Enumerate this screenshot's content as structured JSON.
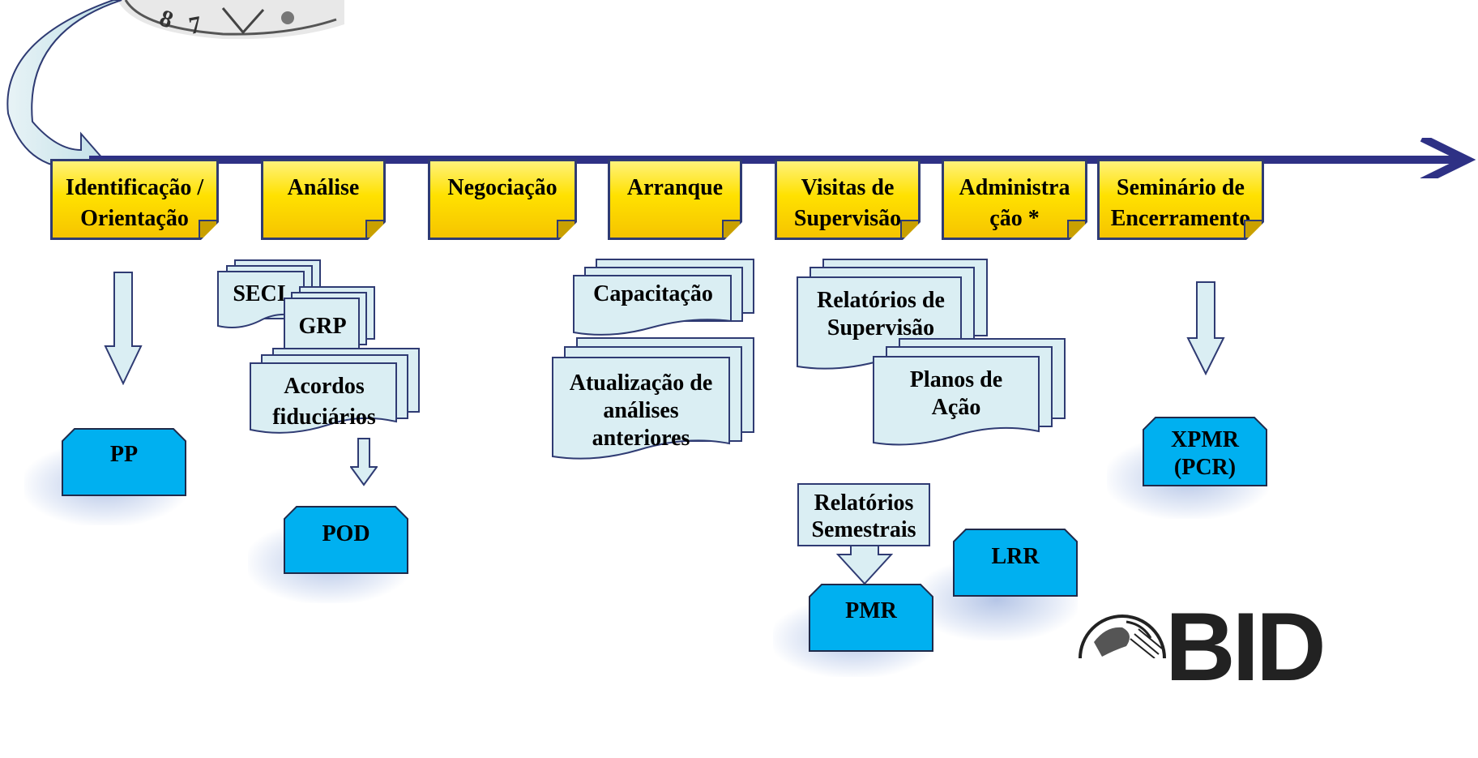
{
  "stages": [
    {
      "id": "identificacao",
      "lines": [
        "Identificação /",
        "Orientação"
      ]
    },
    {
      "id": "analise",
      "lines": [
        "Análise"
      ]
    },
    {
      "id": "negociacao",
      "lines": [
        "Negociação"
      ]
    },
    {
      "id": "arranque",
      "lines": [
        "Arranque"
      ]
    },
    {
      "id": "visitas",
      "lines": [
        "Visitas de",
        "Supervisão"
      ]
    },
    {
      "id": "administracao",
      "lines": [
        "Administra",
        "ção *"
      ]
    },
    {
      "id": "seminario",
      "lines": [
        "Seminário de",
        "Encerramento"
      ]
    }
  ],
  "documents": {
    "seci": "SECI",
    "grp": "GRP",
    "acordos": [
      "Acordos",
      "fiduciários"
    ],
    "capacitacao": "Capacitação",
    "atualizacao": [
      "Atualização de",
      "análises",
      "anteriores"
    ],
    "relatorios_supervisao": [
      "Relatórios de",
      "Supervisão"
    ],
    "planos_acao": [
      "Planos de",
      "Ação"
    ],
    "relatorios_semestrais": [
      "Relatórios",
      "Semestrais"
    ]
  },
  "products": {
    "pp": "PP",
    "pod": "POD",
    "pmr": "PMR",
    "lrr": "LRR",
    "xpmr": [
      "XPMR",
      "(PCR)"
    ]
  },
  "logo": {
    "text": "BID"
  },
  "colors": {
    "timeline": "#2e3185",
    "stage_fill": "#ffe100",
    "product_fill": "#00b0f0",
    "doc_fill": "#daeef3",
    "arrow_fill": "#daeef3"
  }
}
